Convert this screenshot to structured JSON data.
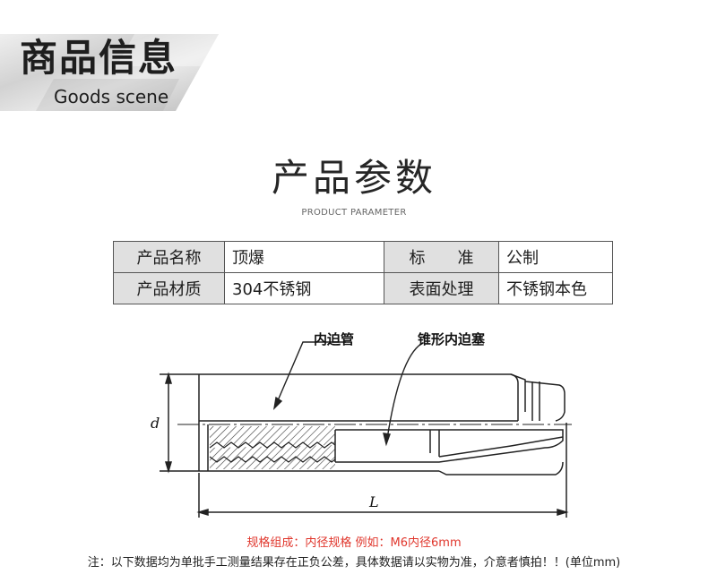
{
  "header": {
    "title": "商品信息",
    "subtitle": "Goods scene"
  },
  "section": {
    "title": "产品参数",
    "subtitle": "PRODUCT PARAMETER"
  },
  "params_table": {
    "rows": [
      [
        {
          "label": "产品名称",
          "value": "顶爆"
        },
        {
          "label": "标　　准",
          "value": "公制"
        }
      ],
      [
        {
          "label": "产品材质",
          "value": "304不锈钢"
        },
        {
          "label": "表面处理",
          "value": "不锈钢本色"
        }
      ]
    ]
  },
  "diagram": {
    "label_inner_tube": "内迫管",
    "label_cone_plug": "锥形内迫塞",
    "dim_d": "d",
    "dim_L": "L"
  },
  "notes": {
    "spec": "规格组成：内径规格 例如：M6内径6mm",
    "disclaimer": "注：以下数据均为单批手工测量结果存在正负公差，具体数据请以实物为准，介意者慎拍！！(单位mm)"
  },
  "colors": {
    "banner_light": "#d9d9d9",
    "banner_mid": "#b5b5b5",
    "table_label_bg": "#e0e0e0",
    "spec_red": "#e0362c"
  }
}
